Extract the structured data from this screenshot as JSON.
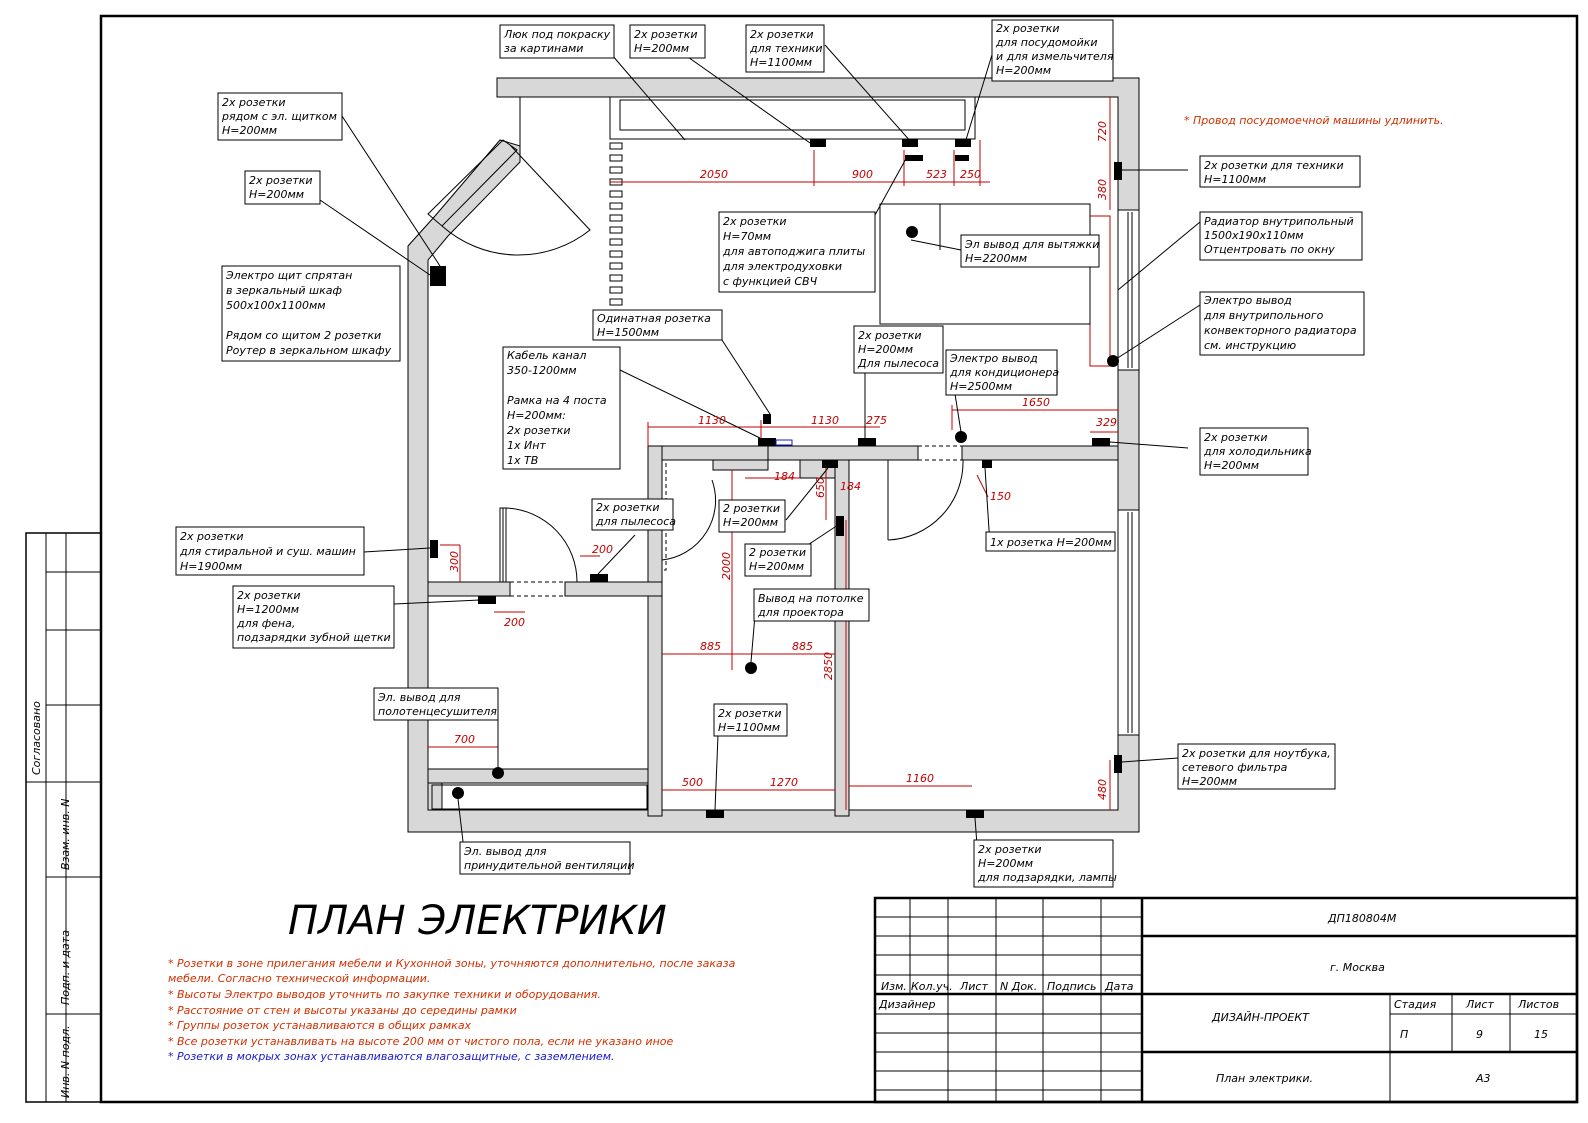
{
  "drawing_title": "ПЛАН ЭЛЕКТРИКИ",
  "top_note": "* Провод посудомоечной машины удлинить.",
  "callouts": [
    {
      "lines": [
        "Люк под покраску",
        "за картинами"
      ]
    },
    {
      "lines": [
        "2х розетки",
        "H=200мм"
      ]
    },
    {
      "lines": [
        "2х розетки",
        "для техники",
        "H=1100мм"
      ]
    },
    {
      "lines": [
        "2х розетки",
        "для посудомойки",
        "и для измельчителя",
        "H=200мм"
      ]
    },
    {
      "lines": [
        "2х розетки",
        "рядом с эл. щитком",
        "H=200мм"
      ]
    },
    {
      "lines": [
        "2х розетки",
        "H=200мм"
      ]
    },
    {
      "lines": [
        "Электро щит спрятан",
        "в зеркальный шкаф",
        "500х100х1100мм",
        "",
        "Рядом со щитом 2 розетки",
        "Роутер в зеркальном шкафу"
      ]
    },
    {
      "lines": [
        "2х розетки",
        "H=70мм",
        "для автоподжига плиты",
        "для электродуховки",
        "с функцией СВЧ"
      ]
    },
    {
      "lines": [
        "Эл вывод для вытяжки",
        "H=2200мм"
      ]
    },
    {
      "lines": [
        "2х розетки для техники",
        "H=1100мм"
      ]
    },
    {
      "lines": [
        "Радиатор внутрипольный",
        "1500х190х110мм",
        "Отцентровать по окну"
      ]
    },
    {
      "lines": [
        "Электро вывод",
        "для внутрипольного",
        "конвекторного радиатора",
        "см. инструкцию"
      ]
    },
    {
      "lines": [
        "Одинатная розетка",
        "H=1500мм"
      ]
    },
    {
      "lines": [
        "Кабель канал",
        "350-1200мм",
        "",
        "Рамка на 4 поста",
        "H=200мм:",
        "2х розетки",
        "1х Инт",
        "1х ТВ"
      ]
    },
    {
      "lines": [
        "2х розетки",
        "H=200мм",
        "Для пылесоса"
      ]
    },
    {
      "lines": [
        "Электро вывод",
        "для кондиционера",
        "H=2500мм"
      ]
    },
    {
      "lines": [
        "2х розетки",
        "для холодильника",
        "H=200мм"
      ]
    },
    {
      "lines": [
        "2х розетки",
        "для пылесоса"
      ]
    },
    {
      "lines": [
        "2 розетки",
        "H=200мм"
      ]
    },
    {
      "lines": [
        "2 розетки",
        "H=200мм"
      ]
    },
    {
      "lines": [
        "1х розетка  H=200мм"
      ]
    },
    {
      "lines": [
        "2х розетки",
        "для стиральной и суш. машин",
        "H=1900мм"
      ]
    },
    {
      "lines": [
        "2х розетки",
        "H=1200мм",
        "для фена,",
        "подзарядки зубной щетки"
      ]
    },
    {
      "lines": [
        "Вывод на потолке",
        "для проектора"
      ]
    },
    {
      "lines": [
        "Эл. вывод для",
        "полотенцесушителя"
      ]
    },
    {
      "lines": [
        "2х розетки",
        "H=1100мм"
      ]
    },
    {
      "lines": [
        "2х розетки для ноутбука,",
        "сетевого фильтра",
        "H=200мм"
      ]
    },
    {
      "lines": [
        "Эл. вывод для",
        "принудительной вентиляции"
      ]
    },
    {
      "lines": [
        "2х розетки",
        "H=200мм",
        "для подзарядки, лампы"
      ]
    }
  ],
  "dimensions": [
    "2050",
    "900",
    "523",
    "250",
    "720",
    "380",
    "1130",
    "1130",
    "275",
    "1650",
    "329",
    "184",
    "650",
    "184",
    "150",
    "300",
    "200",
    "200",
    "2000",
    "885",
    "885",
    "2850",
    "700",
    "500",
    "1270",
    "1160",
    "480"
  ],
  "notes": [
    {
      "text": "* Розетки в зоне прилегания мебели и Кухонной зоны, уточняются дополнительно, после заказа",
      "color": "red"
    },
    {
      "text": "мебели. Согласно технической информации.",
      "color": "red"
    },
    {
      "text": "* Высоты Электро выводов уточнить по закупке техники и оборудования.",
      "color": "red"
    },
    {
      "text": "* Расстояние от стен и высоты указаны до середины рамки",
      "color": "red"
    },
    {
      "text": "* Группы розеток устанавливаются в общих рамках",
      "color": "red"
    },
    {
      "text": "* Все розетки устанавливать на высоте 200 мм от чистого пола, если не указано иное",
      "color": "red"
    },
    {
      "text": "* Розетки в мокрых зонах устанавливаются влагозащитные, с заземлением.",
      "color": "blue"
    }
  ],
  "left_stamp": [
    "Согласовано",
    "Взам. инв. N",
    "Подп. и дата",
    "Инв. N подл."
  ],
  "title_block": {
    "code": "ДП180804М",
    "city": "г. Москва",
    "project": "ДИЗАЙН-ПРОЕКТ",
    "sheet_name": "План электрики.",
    "cols": [
      "Изм.",
      "Кол.уч.",
      "Лист",
      "N Док.",
      "Подпись",
      "Дата"
    ],
    "designer": "Дизайнер",
    "stage_label": "Стадия",
    "sheet_label": "Лист",
    "sheets_label": "Листов",
    "stage": "П",
    "sheet": "9",
    "sheets": "15",
    "format": "А3"
  },
  "colors": {
    "wall": "#d8d8d8",
    "dimension": "#c00000",
    "note_red": "#d03000",
    "note_blue": "#1a1ad0"
  }
}
